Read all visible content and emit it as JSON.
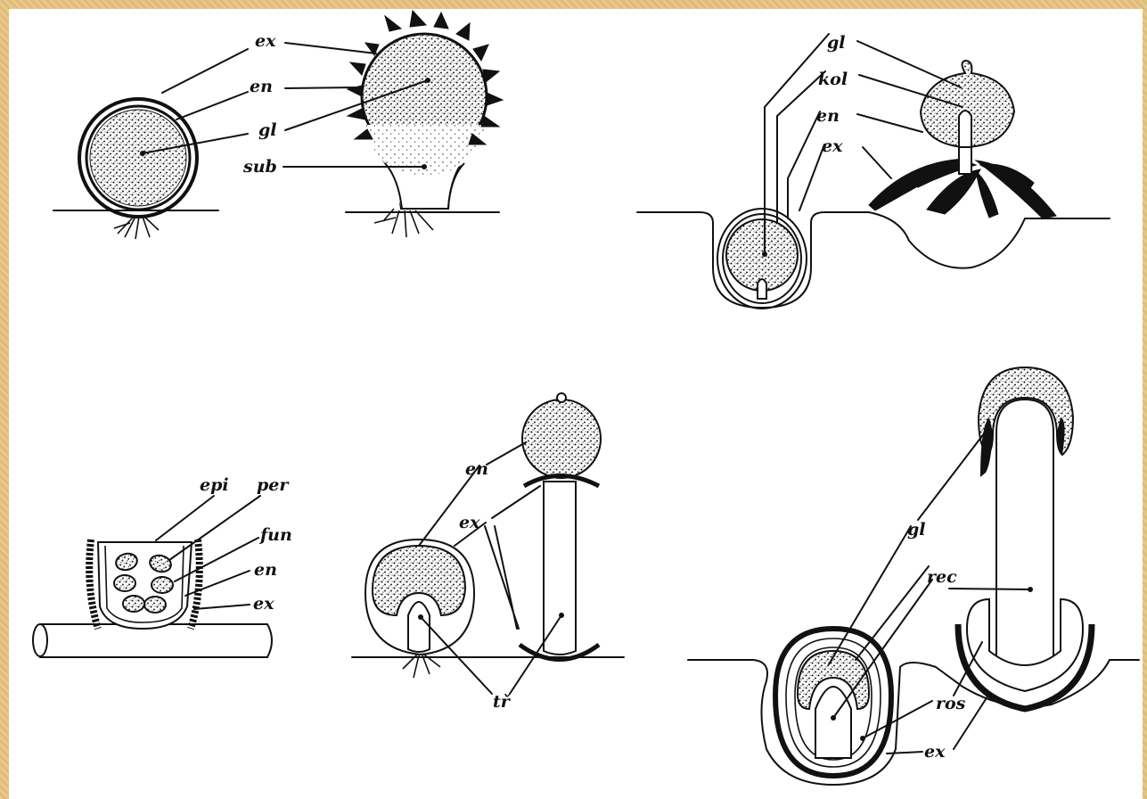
{
  "labels": {
    "ex": "ex",
    "en": "en",
    "gl": "gl",
    "sub": "sub",
    "kol": "kol",
    "epi": "epi",
    "per": "per",
    "fun": "fun",
    "tr": "tř",
    "rec": "rec",
    "ros": "ros"
  },
  "colors": {
    "frame": "#e7c37f",
    "paper": "#ffffff",
    "ink": "#111111"
  }
}
